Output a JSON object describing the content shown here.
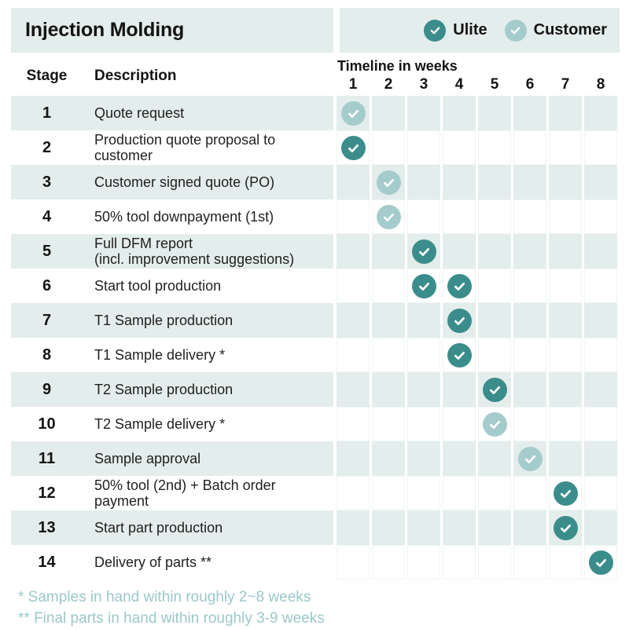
{
  "title": "Injection Molding",
  "legend": [
    {
      "label": "Ulite",
      "color": "#3b8d8b"
    },
    {
      "label": "Customer",
      "color": "#a5cccc"
    }
  ],
  "columns": {
    "stage": "Stage",
    "description": "Description",
    "timeline": "Timeline in weeks"
  },
  "footnotes": [
    "* Samples in hand within roughly 2~8 weeks",
    "** Final parts in hand within roughly 3-9 weeks"
  ],
  "colors": {
    "row_tint": "#e3edec",
    "ulite": "#3b8d8b",
    "customer": "#a5cccc",
    "footnote_text": "#9bc8ca",
    "check_mark": "#ffffff"
  },
  "chart_data": {
    "type": "table",
    "title": "Injection Molding",
    "x_axis_label": "Timeline in weeks",
    "weeks": [
      "1",
      "2",
      "3",
      "4",
      "5",
      "6",
      "7",
      "8"
    ],
    "legend": [
      "Ulite",
      "Customer"
    ],
    "entries": [
      {
        "stage": "1",
        "description": "Quote request",
        "marks": [
          {
            "week": 1,
            "by": "Customer"
          }
        ]
      },
      {
        "stage": "2",
        "description": "Production quote proposal to\ncustomer",
        "marks": [
          {
            "week": 1,
            "by": "Ulite"
          }
        ]
      },
      {
        "stage": "3",
        "description": "Customer signed quote (PO)",
        "marks": [
          {
            "week": 2,
            "by": "Customer"
          }
        ]
      },
      {
        "stage": "4",
        "description": "50% tool downpayment (1st)",
        "marks": [
          {
            "week": 2,
            "by": "Customer"
          }
        ]
      },
      {
        "stage": "5",
        "description": "Full DFM report\n(incl. improvement suggestions)",
        "marks": [
          {
            "week": 3,
            "by": "Ulite"
          }
        ]
      },
      {
        "stage": "6",
        "description": "Start tool production",
        "marks": [
          {
            "week": 3,
            "by": "Ulite"
          },
          {
            "week": 4,
            "by": "Ulite"
          }
        ]
      },
      {
        "stage": "7",
        "description": "T1 Sample production",
        "marks": [
          {
            "week": 4,
            "by": "Ulite"
          }
        ]
      },
      {
        "stage": "8",
        "description": "T1 Sample delivery *",
        "marks": [
          {
            "week": 4,
            "by": "Ulite"
          }
        ]
      },
      {
        "stage": "9",
        "description": "T2 Sample production",
        "marks": [
          {
            "week": 5,
            "by": "Ulite"
          }
        ]
      },
      {
        "stage": "10",
        "description": "T2 Sample delivery *",
        "marks": [
          {
            "week": 5,
            "by": "Customer"
          }
        ]
      },
      {
        "stage": "11",
        "description": "Sample approval",
        "marks": [
          {
            "week": 6,
            "by": "Customer"
          }
        ]
      },
      {
        "stage": "12",
        "description": "50% tool (2nd) + Batch order\npayment",
        "marks": [
          {
            "week": 7,
            "by": "Ulite"
          }
        ]
      },
      {
        "stage": "13",
        "description": "Start part production",
        "marks": [
          {
            "week": 7,
            "by": "Ulite"
          }
        ]
      },
      {
        "stage": "14",
        "description": "Delivery of parts **",
        "marks": [
          {
            "week": 8,
            "by": "Ulite"
          }
        ]
      }
    ]
  }
}
